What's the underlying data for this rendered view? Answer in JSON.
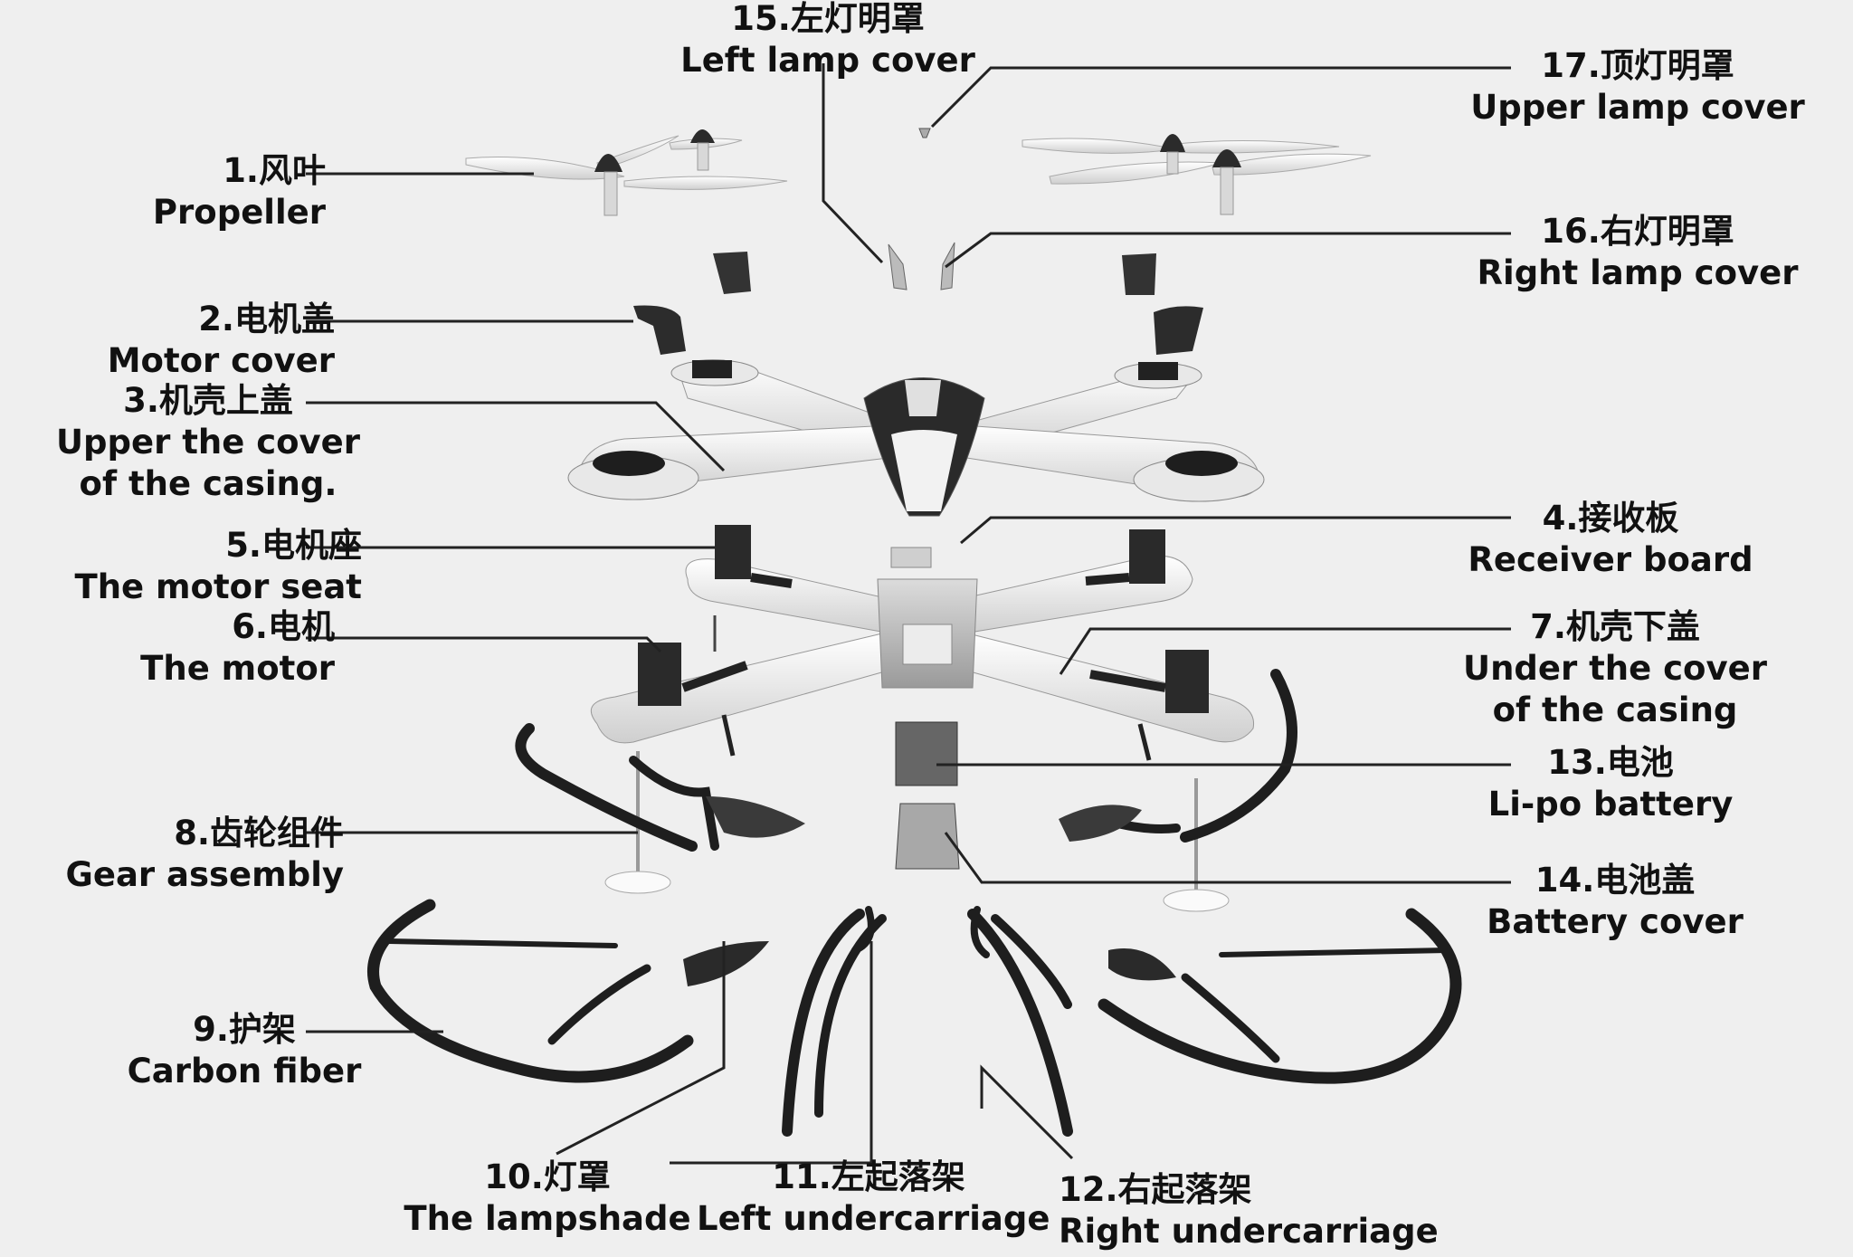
{
  "labels": {
    "propeller": {
      "cn": "1.风叶",
      "en": "Propeller"
    },
    "motor_cover": {
      "cn": "2.电机盖",
      "en": "Motor cover"
    },
    "upper_casing": {
      "cn": "3.机壳上盖",
      "en": "Upper the cover",
      "en2": "of the casing."
    },
    "receiver_board": {
      "cn": "4.接收板",
      "en": "Receiver board"
    },
    "motor_seat": {
      "cn": "5.电机座",
      "en": "The motor seat"
    },
    "motor": {
      "cn": "6.电机",
      "en": "The motor"
    },
    "under_casing": {
      "cn": "7.机壳下盖",
      "en": "Under the cover",
      "en2": "of the casing"
    },
    "gear_assembly": {
      "cn": "8.齿轮组件",
      "en": "Gear assembly"
    },
    "guard": {
      "cn": "9.护架",
      "en": "Carbon fiber"
    },
    "lampshade": {
      "cn": "10.灯罩",
      "en": "The lampshade"
    },
    "left_undercarriage": {
      "cn": "11.左起落架",
      "en": "Left undercarriage"
    },
    "right_undercarriage": {
      "cn": "12.右起落架",
      "en": "Right undercarriage"
    },
    "battery": {
      "cn": "13.电池",
      "en": "Li-po battery"
    },
    "battery_cover": {
      "cn": "14.电池盖",
      "en": "Battery cover"
    },
    "left_lamp_cover": {
      "cn": "15.左灯明罩",
      "en": "Left lamp cover"
    },
    "right_lamp_cover": {
      "cn": "16.右灯明罩",
      "en": "Right lamp cover"
    },
    "upper_lamp_cover": {
      "cn": "17.顶灯明罩",
      "en": "Upper lamp cover"
    }
  }
}
